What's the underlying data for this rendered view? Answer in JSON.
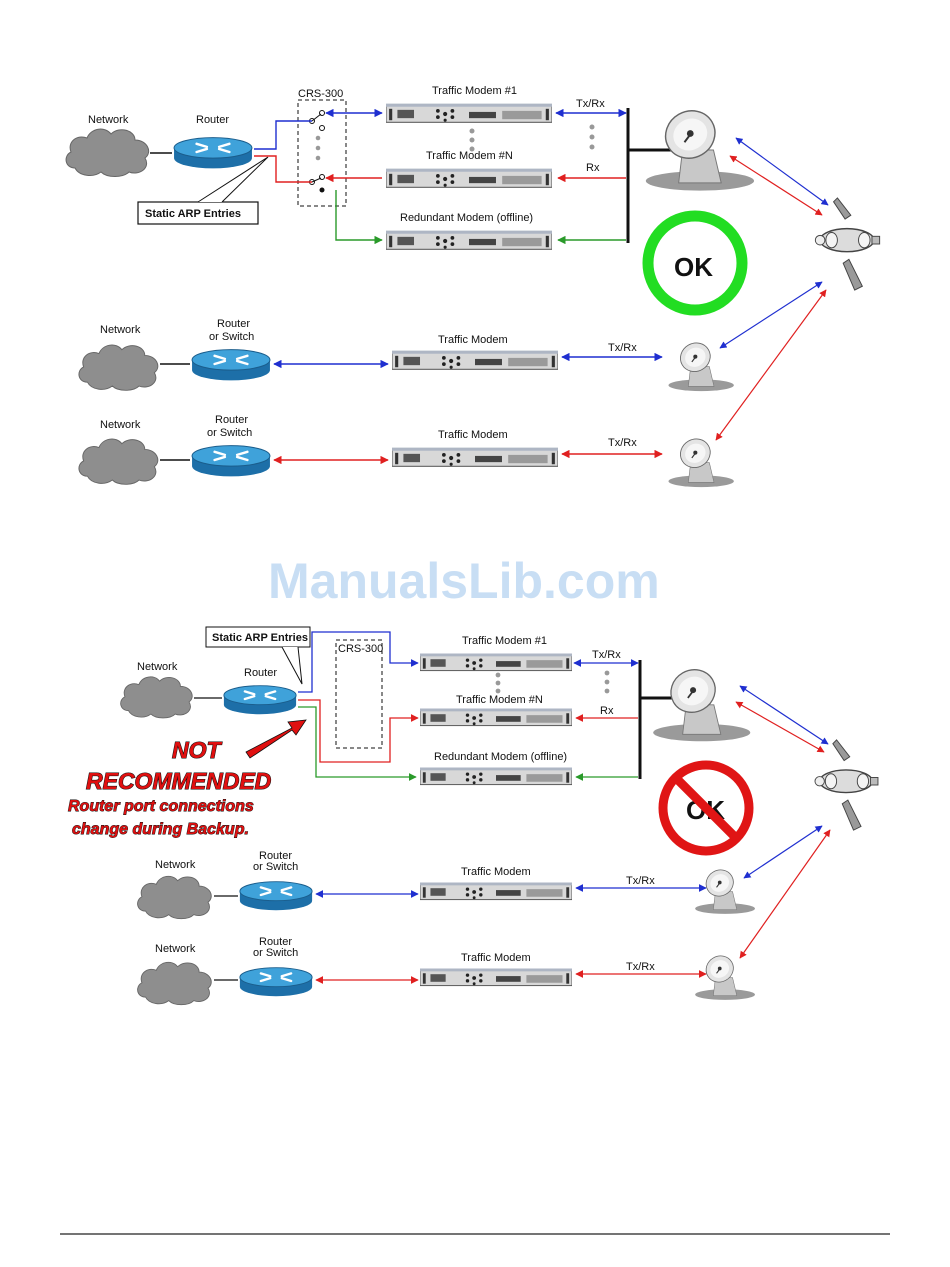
{
  "watermark": "ManualsLib.com",
  "colors": {
    "blue": "#1f2fd0",
    "red": "#e02020",
    "green": "#2a9a2a",
    "ok_green": "#22dd22",
    "no_red": "#e01515"
  },
  "top": {
    "network_1": "Network",
    "router_1": "Router",
    "crs": "CRS-300",
    "static_arp": "Static ARP Entries",
    "traffic_modem_1": "Traffic Modem #1",
    "traffic_modem_n": "Traffic Modem #N",
    "redundant_modem": "Redundant Modem (offline)",
    "txrx_1": "Tx/Rx",
    "rx": "Rx",
    "ok": "OK",
    "network_2": "Network",
    "router_switch_2a": "Router",
    "router_switch_2b": "or Switch",
    "traffic_modem_2": "Traffic Modem",
    "txrx_2": "Tx/Rx",
    "network_3": "Network",
    "router_switch_3a": "Router",
    "router_switch_3b": "or Switch",
    "traffic_modem_3": "Traffic Modem",
    "txrx_3": "Tx/Rx"
  },
  "bottom": {
    "static_arp": "Static ARP Entries",
    "network_1": "Network",
    "router_1": "Router",
    "crs": "CRS-300",
    "traffic_modem_1": "Traffic Modem #1",
    "traffic_modem_n": "Traffic Modem #N",
    "redundant_modem": "Redundant Modem (offline)",
    "txrx_1": "Tx/Rx",
    "rx": "Rx",
    "ok": "OK",
    "warning_line1": "NOT",
    "warning_line2": "RECOMMENDED",
    "warning_line3": "Router port connections",
    "warning_line4": "change during Backup.",
    "network_2": "Network",
    "router_switch_2a": "Router",
    "router_switch_2b": "or Switch",
    "traffic_modem_2": "Traffic Modem",
    "txrx_2": "Tx/Rx",
    "network_3": "Network",
    "router_switch_3a": "Router",
    "router_switch_3b": "or Switch",
    "traffic_modem_3": "Traffic Modem",
    "txrx_3": "Tx/Rx"
  }
}
